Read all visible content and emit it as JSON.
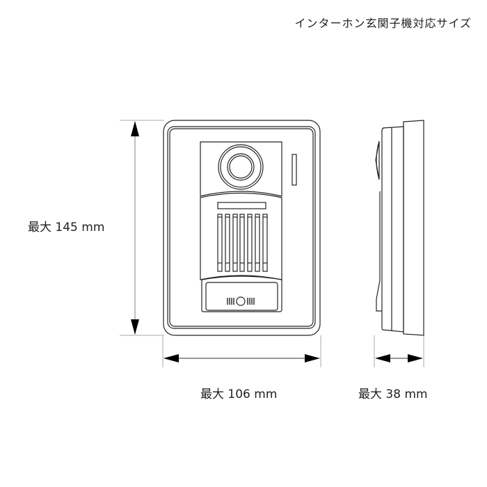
{
  "header": {
    "title": "インターホン玄関子機対応サイズ"
  },
  "dimensions": {
    "height": {
      "label": "最大 145 mm",
      "value": 145,
      "unit": "mm"
    },
    "width": {
      "label": "最大 106 mm",
      "value": 106,
      "unit": "mm"
    },
    "depth": {
      "label": "最大 38 mm",
      "value": 38,
      "unit": "mm"
    }
  },
  "colors": {
    "line": "#222222",
    "dimension_line": "#aaaaaa",
    "background": "#ffffff"
  }
}
